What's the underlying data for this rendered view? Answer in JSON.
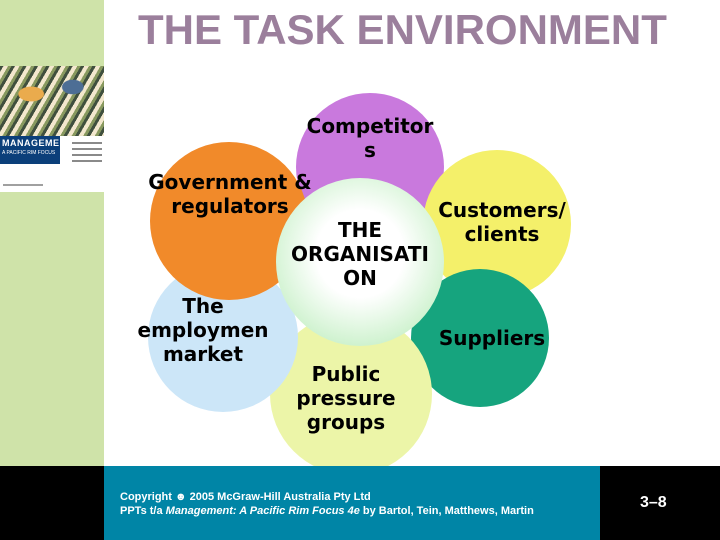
{
  "slide": {
    "title": "THE TASK ENVIRONMENT"
  },
  "book_cover": {
    "brand": "MANAGEMENT",
    "subtitle": "A PACIFIC RIM FOCUS",
    "edition": "4e"
  },
  "diagram": {
    "center": "THE ORGANISATI ON",
    "elements": {
      "competitors": "Competitor s",
      "government": "Government & regulators",
      "customers": "Customers/ clients",
      "employment": "The employmen market",
      "suppliers": "Suppliers",
      "public": "Public pressure groups"
    },
    "colors": {
      "competitors": "#c979dd",
      "customers": "#f4f06a",
      "suppliers": "#16a47e",
      "public": "#ecf5a8",
      "employment": "#cce6f8",
      "government": "#f18a2a",
      "center": "#c7f0c7"
    }
  },
  "footer": {
    "copyright_line1": "Copyright ☻ 2005 McGraw-Hill Australia Pty Ltd",
    "copyright_line2_pre": "PPTs t/a ",
    "copyright_line2_italic": "Management:  A Pacific Rim Focus 4e",
    "copyright_line2_post": " by Bartol, Tein, Matthews, Martin",
    "slide_number": "3–8"
  }
}
